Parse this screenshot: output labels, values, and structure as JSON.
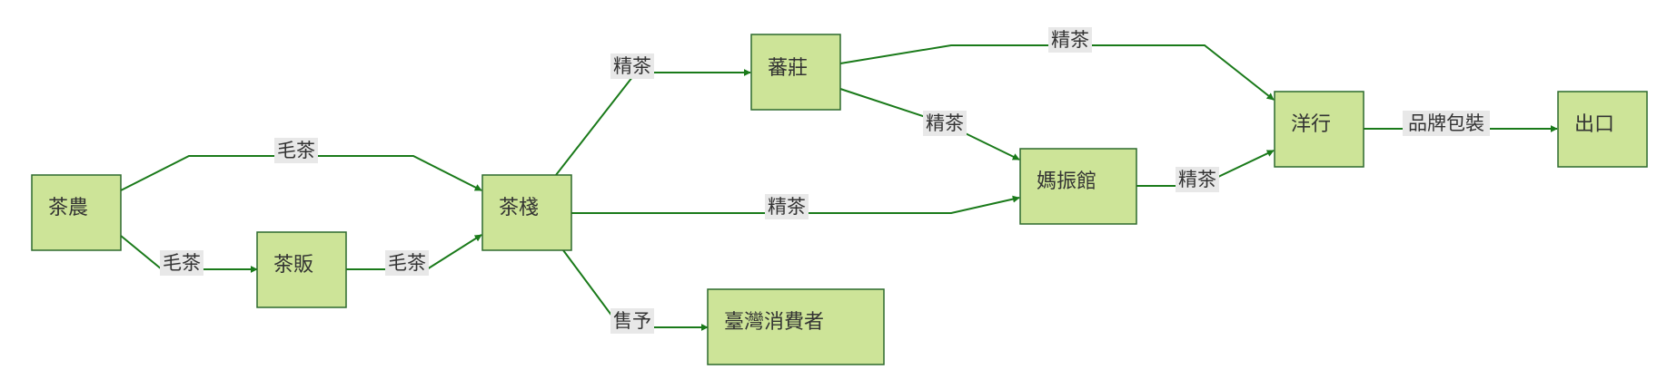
{
  "diagram": {
    "type": "flowchart",
    "nodes": [
      {
        "id": "farmer",
        "label": "茶農"
      },
      {
        "id": "dealer",
        "label": "茶販"
      },
      {
        "id": "teahouse",
        "label": "茶棧"
      },
      {
        "id": "fanzhuang",
        "label": "蕃莊"
      },
      {
        "id": "mazhen",
        "label": "媽振館"
      },
      {
        "id": "foreign",
        "label": "洋行"
      },
      {
        "id": "export",
        "label": "出口"
      },
      {
        "id": "consumer",
        "label": "臺灣消費者"
      }
    ],
    "edges": [
      {
        "id": "farmer-teahouse",
        "from": "farmer",
        "to": "teahouse",
        "label": "毛茶"
      },
      {
        "id": "farmer-dealer",
        "from": "farmer",
        "to": "dealer",
        "label": "毛茶"
      },
      {
        "id": "dealer-teahouse",
        "from": "dealer",
        "to": "teahouse",
        "label": "毛茶"
      },
      {
        "id": "teahouse-fanzhuang",
        "from": "teahouse",
        "to": "fanzhuang",
        "label": "精茶"
      },
      {
        "id": "teahouse-mazhen",
        "from": "teahouse",
        "to": "mazhen",
        "label": "精茶"
      },
      {
        "id": "teahouse-consumer",
        "from": "teahouse",
        "to": "consumer",
        "label": "售予"
      },
      {
        "id": "fanzhuang-foreign",
        "from": "fanzhuang",
        "to": "foreign",
        "label": "精茶"
      },
      {
        "id": "fanzhuang-mazhen",
        "from": "fanzhuang",
        "to": "mazhen",
        "label": "精茶"
      },
      {
        "id": "mazhen-foreign",
        "from": "mazhen",
        "to": "foreign",
        "label": "精茶"
      },
      {
        "id": "foreign-export",
        "from": "foreign",
        "to": "export",
        "label": "品牌包裝"
      }
    ]
  },
  "colors": {
    "node_fill": "#cde498",
    "node_stroke": "#2d6a2d",
    "edge": "#1a7a1a",
    "label_bg": "#e8e8e8",
    "text": "#333333"
  }
}
